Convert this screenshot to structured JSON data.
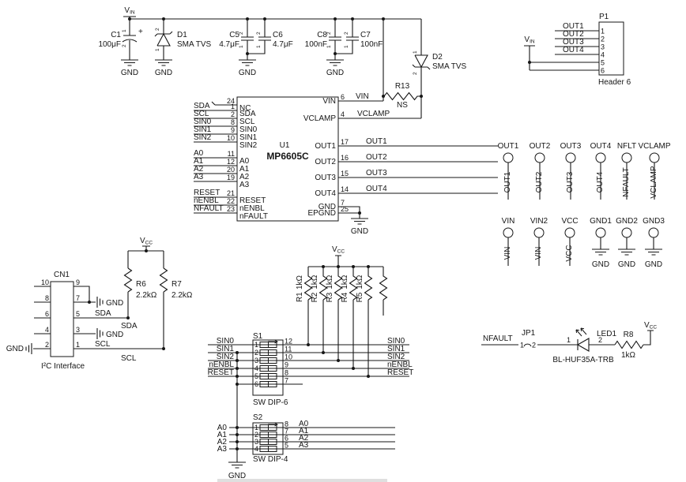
{
  "power": {
    "vin": "V",
    "vin_sub": "IN",
    "vcc": "V",
    "vcc_sub": "CC",
    "gnd": "GND"
  },
  "input_stage": {
    "c1_ref": "C1",
    "c1_value": "100μF",
    "c1_plus": "+",
    "c1_pin1": "1",
    "c1_pin2": "2",
    "d1_ref": "D1",
    "d1_value": "SMA TVS",
    "d1_pin1": "1",
    "d1_pin2": "2",
    "c5_ref": "C5",
    "c5_value": "4.7μF",
    "c6_ref": "C6",
    "c6_value": "4.7μF",
    "c8_ref": "C8",
    "c8_value": "100nF",
    "c7_ref": "C7",
    "c7_value": "100nF",
    "cap_pin1": "1",
    "cap_pin2": "2",
    "d2_ref": "D2",
    "d2_value": "SMA TVS",
    "d2_pin1": "1",
    "d2_pin2": "2",
    "r13_ref": "R13",
    "r13_value": "NS"
  },
  "u1": {
    "ref": "U1",
    "part": "MP6605C",
    "left_pins": [
      {
        "num": "24",
        "name": "NC",
        "net": ""
      },
      {
        "num": "1",
        "name": "SDA",
        "net": "SDA"
      },
      {
        "num": "2",
        "name": "SCL",
        "net": "SCL"
      },
      {
        "num": "8",
        "name": "SIN0",
        "net": "SIN0"
      },
      {
        "num": "9",
        "name": "SIN1",
        "net": "SIN1"
      },
      {
        "num": "10",
        "name": "SIN2",
        "net": "SIN2"
      },
      {
        "num": "11",
        "name": "A0",
        "net": "A0"
      },
      {
        "num": "12",
        "name": "A1",
        "net": "A1"
      },
      {
        "num": "20",
        "name": "A2",
        "net": "A2"
      },
      {
        "num": "19",
        "name": "A3",
        "net": "A3"
      },
      {
        "num": "21",
        "name": "RESET",
        "net": "RESET"
      },
      {
        "num": "22",
        "name": "nENBL",
        "net": "nENBL"
      },
      {
        "num": "23",
        "name": "nFAULT",
        "net": "NFAULT"
      }
    ],
    "right_pins": [
      {
        "num": "6",
        "name": "VIN",
        "net": "VIN"
      },
      {
        "num": "4",
        "name": "VCLAMP",
        "net": "VCLAMP"
      },
      {
        "num": "17",
        "name": "OUT1",
        "net": "OUT1"
      },
      {
        "num": "16",
        "name": "OUT2",
        "net": "OUT2"
      },
      {
        "num": "15",
        "name": "OUT3",
        "net": "OUT3"
      },
      {
        "num": "14",
        "name": "OUT4",
        "net": "OUT4"
      },
      {
        "num": "7",
        "name": "GND",
        "net": ""
      },
      {
        "num": "25",
        "name": "EPGND",
        "net": ""
      }
    ]
  },
  "p1": {
    "ref": "P1",
    "part": "Header 6",
    "pin_nums": [
      "1",
      "2",
      "3",
      "4",
      "5",
      "6"
    ],
    "nets": [
      "OUT1",
      "OUT2",
      "OUT3",
      "OUT4"
    ]
  },
  "testpoints": {
    "row1": [
      {
        "label": "OUT1",
        "net": "OUT1"
      },
      {
        "label": "OUT2",
        "net": "OUT2"
      },
      {
        "label": "OUT3",
        "net": "OUT3"
      },
      {
        "label": "OUT4",
        "net": "OUT4"
      },
      {
        "label": "NFLT",
        "net": "NFAULT"
      },
      {
        "label": "VCLAMP",
        "net": "VCLAMP"
      }
    ],
    "row2": [
      {
        "label": "VIN",
        "net": "VIN"
      },
      {
        "label": "VIN2",
        "net": "VIN"
      },
      {
        "label": "VCC",
        "net": "VCC"
      },
      {
        "label": "GND1",
        "net": "GND"
      },
      {
        "label": "GND2",
        "net": "GND"
      },
      {
        "label": "GND3",
        "net": "GND"
      }
    ]
  },
  "cn1": {
    "ref": "CN1",
    "caption": "I²C Interface",
    "left_pin_nums": [
      "10",
      "8",
      "6",
      "4",
      "2"
    ],
    "right_pin_nums": [
      "9",
      "7",
      "5",
      "3",
      "1"
    ],
    "sda": "SDA",
    "scl": "SCL",
    "r6_ref": "R6",
    "r6_value": "2.2kΩ",
    "r7_ref": "R7",
    "r7_value": "2.2kΩ"
  },
  "pullup_array": [
    {
      "ref": "R1",
      "value": "1kΩ"
    },
    {
      "ref": "R2",
      "value": "1kΩ"
    },
    {
      "ref": "R3",
      "value": "1kΩ"
    },
    {
      "ref": "R4",
      "value": "1kΩ"
    },
    {
      "ref": "R5",
      "value": "1kΩ"
    }
  ],
  "s1": {
    "ref": "S1",
    "part": "SW DIP-6",
    "left_nets": [
      "SIN0",
      "SIN1",
      "SIN2",
      "nENBL",
      "RESET"
    ],
    "left_pin_nums": [
      "1",
      "2",
      "3",
      "4",
      "5",
      "6"
    ],
    "right_pin_nums": [
      "12",
      "11",
      "10",
      "9",
      "8",
      "7"
    ],
    "right_nets": [
      "SIN0",
      "SIN1",
      "SIN2",
      "nENBL",
      "RESET"
    ]
  },
  "s2": {
    "ref": "S2",
    "part": "SW DIP-4",
    "left_nets": [
      "A0",
      "A1",
      "A2",
      "A3"
    ],
    "left_pin_nums": [
      "1",
      "2",
      "3",
      "4"
    ],
    "right_pin_nums": [
      "8",
      "7",
      "6",
      "5"
    ],
    "right_nets": [
      "A0",
      "A1",
      "A2",
      "A3"
    ]
  },
  "fault_led": {
    "net": "NFAULT",
    "jp1_ref": "JP1",
    "jp1_pin1": "1",
    "jp1_pin2": "2",
    "led_ref": "LED1",
    "led_part": "BL-HUF35A-TRB",
    "led_pin1": "1",
    "led_pin2": "2",
    "r8_ref": "R8",
    "r8_value": "1kΩ"
  }
}
